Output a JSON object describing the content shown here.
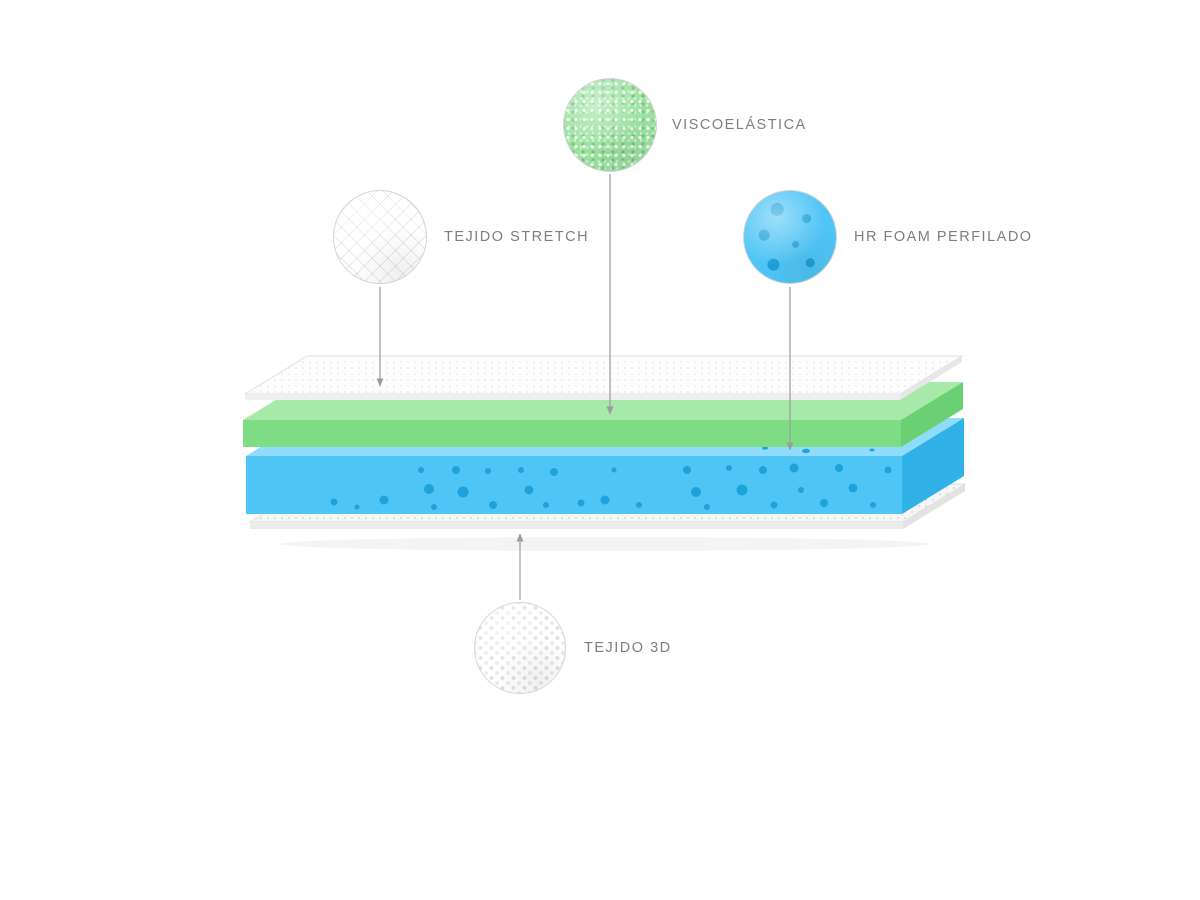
{
  "callouts": {
    "viscoelastica": {
      "label": "VISCOELÁSTICA",
      "swatch_icon": "green-memory-foam-texture-icon"
    },
    "tejido_stretch": {
      "label": "TEJIDO STRETCH",
      "swatch_icon": "white-quilted-fabric-texture-icon"
    },
    "hr_foam": {
      "label": "HR FOAM PERFILADO",
      "swatch_icon": "blue-perforated-foam-texture-icon"
    },
    "tejido_3d": {
      "label": "TEJIDO 3D",
      "swatch_icon": "white-3d-mesh-texture-icon"
    }
  },
  "layers": [
    {
      "name": "tejido-stretch-top-cover",
      "color": "#fdfdfd"
    },
    {
      "name": "viscoelastica-foam",
      "color": "#7edd84"
    },
    {
      "name": "hr-foam-perforated",
      "color": "#4fc5f6"
    },
    {
      "name": "tejido-3d-bottom-cover",
      "color": "#f6f6f6"
    }
  ],
  "colors": {
    "label_text": "#7e7e7e",
    "connector_line": "#9b9b9b",
    "green_top": "#a7e9a9",
    "green_front": "#7edd84",
    "green_side": "#6bd073",
    "blue_top": "#8edcfa",
    "blue_front": "#4fc5f6",
    "blue_side": "#30b1e7",
    "blue_hole": "#1da0d8",
    "sheet_top": "#fdfdfd",
    "sheet_dot": "#dcdcdc",
    "bottom_sheet_top": "#f6f6f6",
    "bottom_sheet_dot": "#cfcfcf"
  }
}
